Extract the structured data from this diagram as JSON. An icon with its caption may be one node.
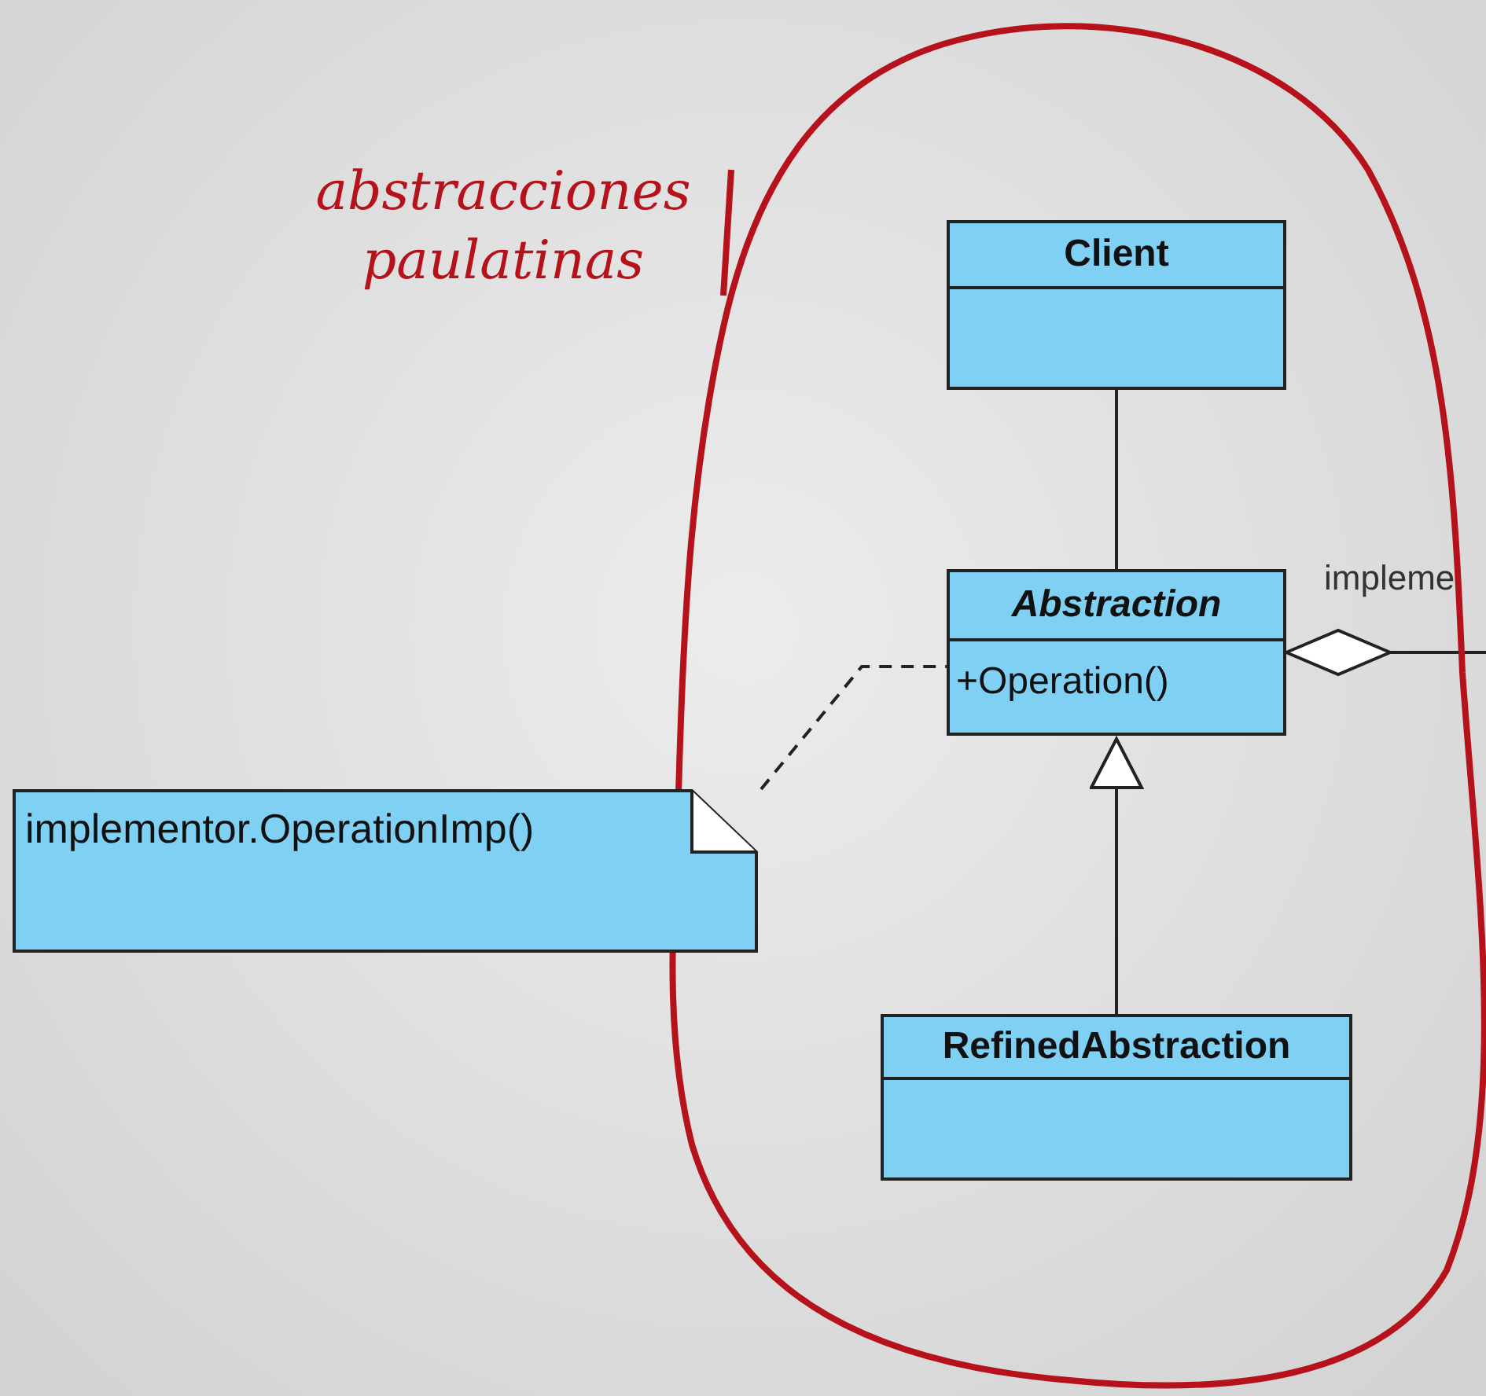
{
  "diagram": {
    "nodes": [
      {
        "text": [
          "abstracciones paulatinas"
        ]
      },
      {
        "text": [
          "Client"
        ],
        "in": 0
      },
      {
        "text": [
          "Abstraction",
          "+Operation()"
        ],
        "in": 0
      },
      {
        "text": [
          "implementor.OperationImp()"
        ]
      },
      {
        "text": [
          "RefinedAbstraction"
        ],
        "in": 0
      }
    ],
    "edges": [
      {
        "from": 1,
        "to": 2,
        "arrow": "none"
      },
      {
        "from": 3,
        "to": 2,
        "arrow": "none",
        "style": "dashed"
      },
      {
        "from": 4,
        "to": 2,
        "arrow": "to"
      },
      {
        "from": 2,
        "to": null,
        "arrow": "other",
        "label": "impleme"
      }
    ]
  }
}
